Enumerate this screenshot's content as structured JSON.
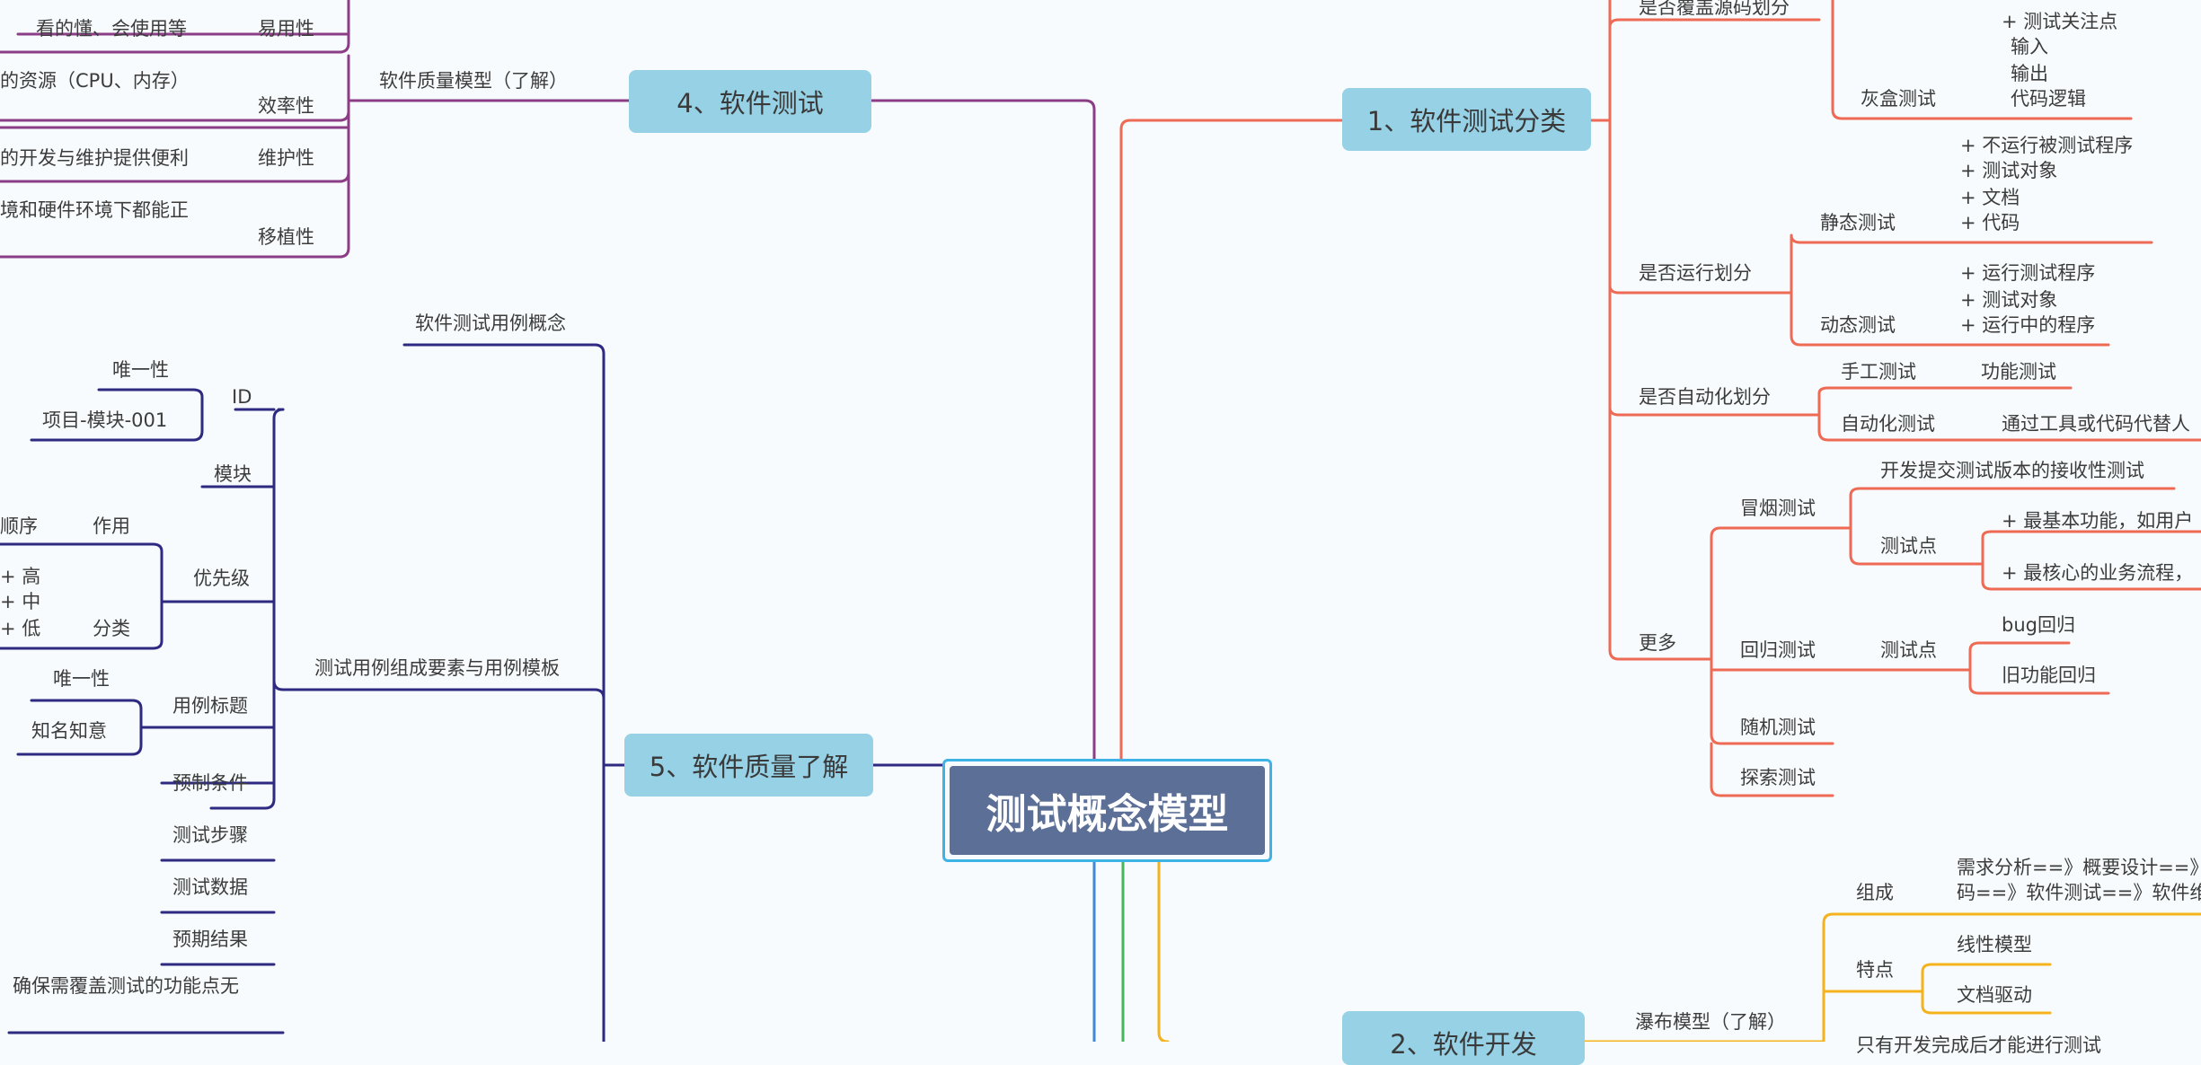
{
  "central": "测试概念模型",
  "branches": {
    "b1": "1、软件测试分类",
    "b2": "2、软件开发",
    "b4": "4、软件测试",
    "b5": "5、软件质量了解"
  },
  "quality": {
    "title": "软件质量模型（了解）",
    "items": [
      {
        "desc": "看的懂、会使用等",
        "label": "易用性"
      },
      {
        "desc": "的资源（CPU、内存）",
        "label": "效率性"
      },
      {
        "desc": "的开发与维护提供便利",
        "label": "维护性"
      },
      {
        "desc": "境和硬件环境下都能正",
        "label": "移植性"
      }
    ]
  },
  "testcase": {
    "concept": "软件测试用例概念",
    "elements_title": "测试用例组成要素与用例模板",
    "id": {
      "label": "ID",
      "unique": "唯一性",
      "example": "项目-模块-001"
    },
    "module": "模块",
    "priority": {
      "label": "优先级",
      "order": "顺序",
      "effect": "作用",
      "high": "+ 高",
      "mid": "+ 中",
      "low": "+ 低",
      "category": "分类"
    },
    "title": {
      "label": "用例标题",
      "unique": "唯一性",
      "meaning": "知名知意"
    },
    "precondition": "预制条件",
    "steps": "测试步骤",
    "data": "测试数据",
    "expected": "预期结果",
    "coverage_note": "确保需覆盖测试的功能点无"
  },
  "classification": {
    "source": {
      "label": "是否覆盖源码划分",
      "gray": "灰盒测试",
      "gray_points": [
        "+ 测试关注点",
        "输入",
        "输出",
        "代码逻辑"
      ]
    },
    "run": {
      "label": "是否运行划分",
      "static": "静态测试",
      "static_points": [
        "+ 不运行被测试程序",
        "+ 测试对象",
        "+ 文档",
        "+ 代码"
      ],
      "dynamic": "动态测试",
      "dynamic_points": [
        "+ 运行测试程序",
        "+ 测试对象",
        "+ 运行中的程序"
      ]
    },
    "auto": {
      "label": "是否自动化划分",
      "manual": "手工测试",
      "manual_detail": "功能测试",
      "automated": "自动化测试",
      "automated_detail": "通过工具或代码代替人"
    },
    "more": {
      "label": "更多",
      "smoke": "冒烟测试",
      "smoke_desc": "开发提交测试版本的接收性测试",
      "smoke_points_label": "测试点",
      "smoke_points": [
        "+ 最基本功能，如用户",
        "+ 最核心的业务流程，"
      ],
      "regression": "回归测试",
      "regression_points_label": "测试点",
      "regression_points": [
        "bug回归",
        "旧功能回归"
      ],
      "random": "随机测试",
      "explore": "探索测试"
    }
  },
  "development": {
    "waterfall": "瀑布模型（了解）",
    "composition": "组成",
    "composition_text": [
      "需求分析==》概要设计==》",
      "码==》软件测试==》软件维"
    ],
    "features": "特点",
    "feature_items": [
      "线性模型",
      "文档驱动"
    ],
    "partial_text": "只有开发完成后才能进行测试"
  },
  "colors": {
    "purple": "#8b3d86",
    "navy": "#2e2a82",
    "coral": "#ee6a55",
    "yellow": "#f4b31c",
    "blue": "#3f88d6",
    "green": "#49b55a",
    "node": "#96d1e6",
    "central": "#5c6f96",
    "central_border": "#3eb3e6"
  }
}
